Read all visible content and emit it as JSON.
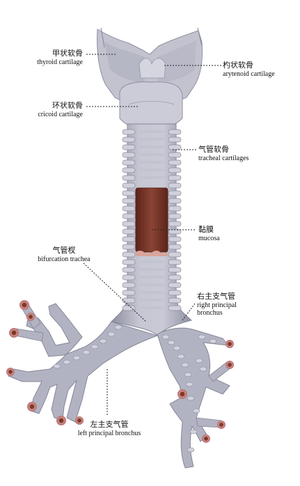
{
  "labels": {
    "thyroid": {
      "zh": "甲状软骨",
      "en": "thyroid cartilage"
    },
    "arytenoid": {
      "zh": "杓状软骨",
      "en": "arytenoid cartilage"
    },
    "cricoid": {
      "zh": "环状软骨",
      "en": "cricoid cartilage"
    },
    "tracheal": {
      "zh": "气管软骨",
      "en": "tracheal cartilages"
    },
    "mucosa": {
      "zh": "黏膜",
      "en": "mucosa"
    },
    "bifurcation": {
      "zh": "气管杈",
      "en": "bifurcation trachea"
    },
    "right_bronchus": {
      "zh": "右主支气管",
      "en1": "right principal",
      "en2": "bronchus"
    },
    "left_bronchus": {
      "zh": "左主支气管",
      "en": "left principal bronchus"
    }
  },
  "colors": {
    "cartilage": "#b9b9c6",
    "cartilage_light": "#cfd0da",
    "cartilage_dark": "#9596a6",
    "mucosa": "#7a3a2c",
    "bronchus_opening": "#c97a72",
    "leader": "#222222"
  }
}
